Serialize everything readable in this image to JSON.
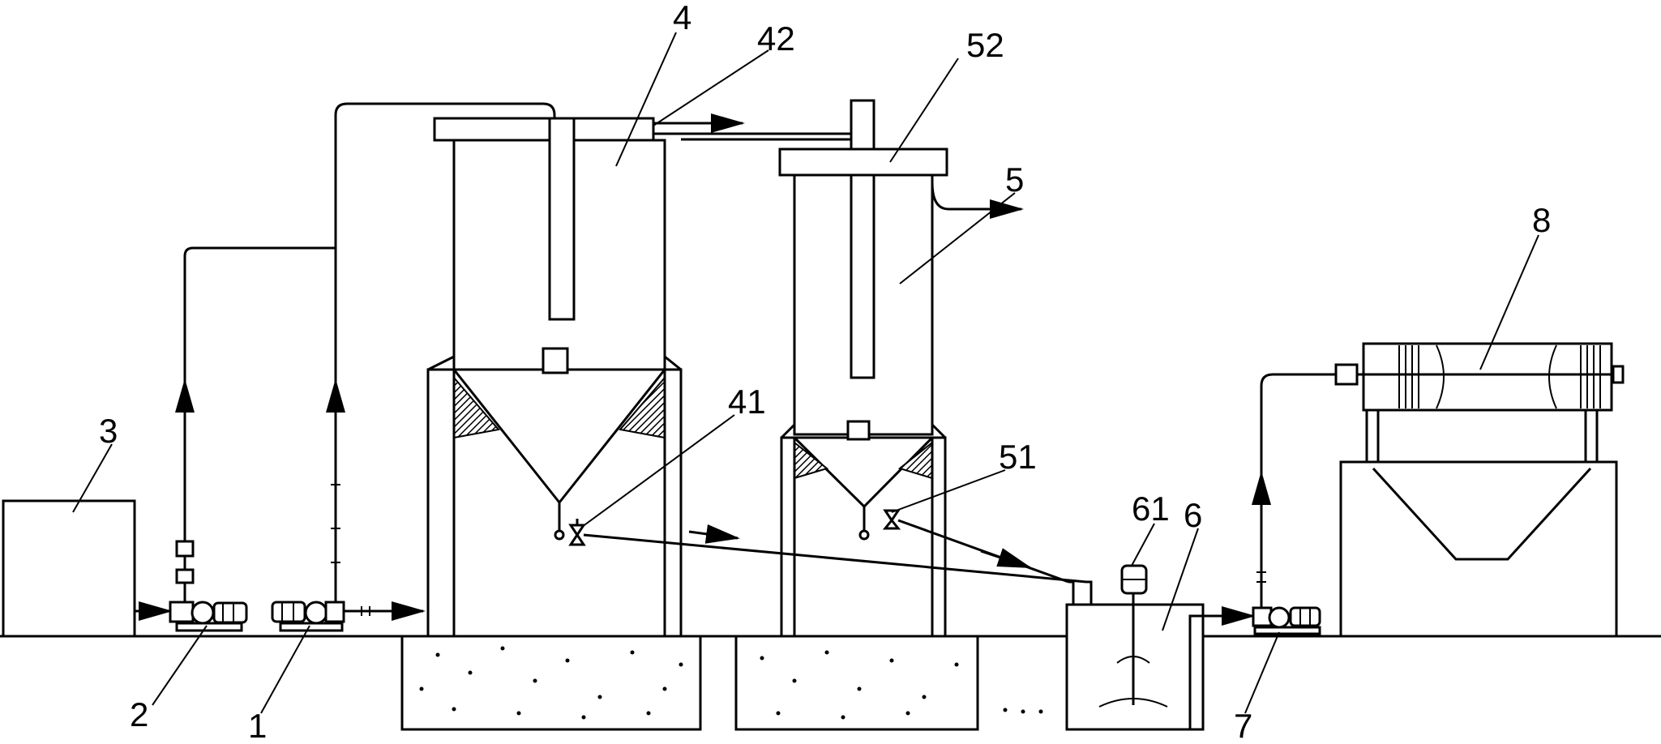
{
  "labels": {
    "tank_3": "3",
    "pump_2": "2",
    "pump_1": "1",
    "tower_4": "4",
    "top_42": "42",
    "valve_41": "41",
    "tower_5": "5",
    "top_52": "52",
    "valve_51": "51",
    "basin_6": "6",
    "mixer_61": "61",
    "pump_7": "7",
    "press_8": "8"
  }
}
